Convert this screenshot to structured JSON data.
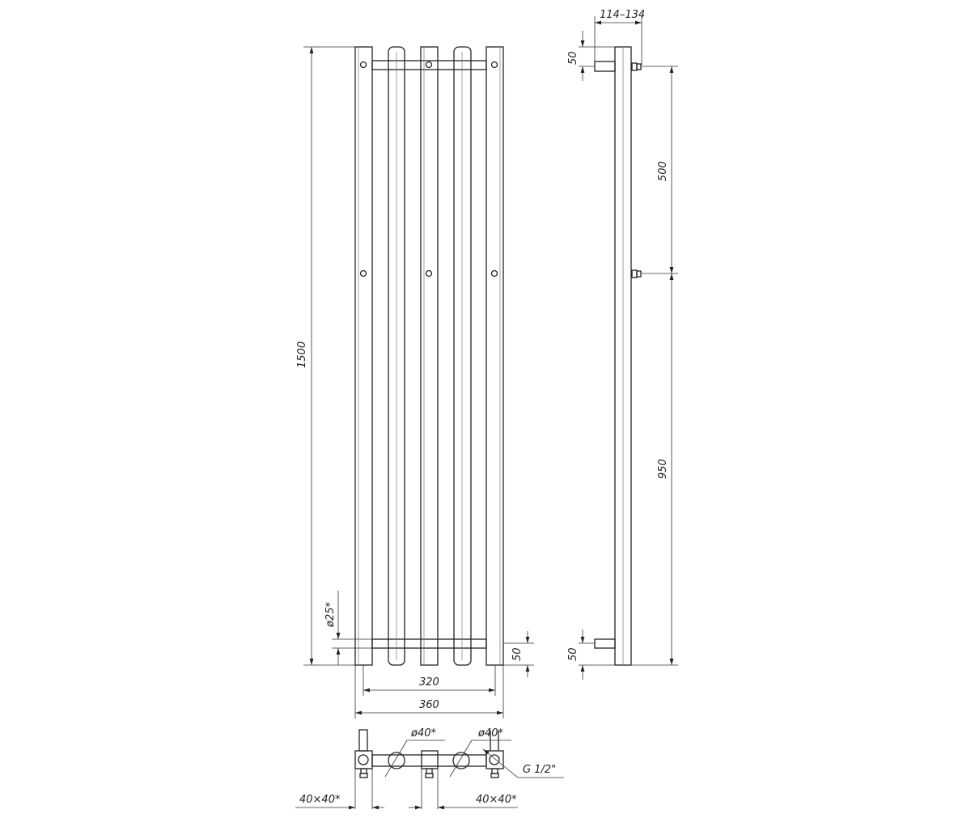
{
  "dimensions": {
    "height_total": "1500",
    "tube_diameter": "ø25*",
    "bottom_offset_front": "50",
    "axis_spacing": "320",
    "width_total": "360",
    "wall_distance": "114–134",
    "top_offset_side": "50",
    "upper_valve_span": "500",
    "lower_valve_span": "950",
    "bottom_offset_side": "50",
    "collector_diameter_1": "ø40*",
    "collector_diameter_2": "ø40*",
    "thread": "G 1/2\"",
    "square_left": "40×40*",
    "square_right": "40×40*"
  },
  "colors": {
    "line": "#222222",
    "background": "#ffffff"
  }
}
